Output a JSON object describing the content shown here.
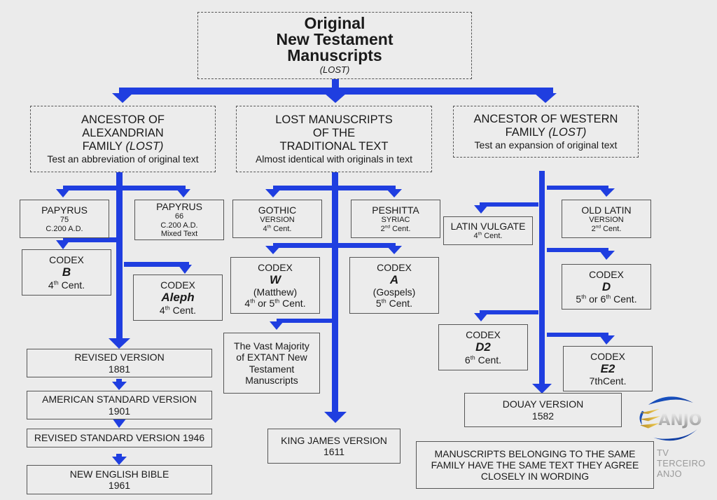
{
  "colors": {
    "arrow": "#1f3ee0",
    "background": "#ebebeb",
    "border": "#555555"
  },
  "root": {
    "line1": "Original",
    "line2": "New Testament",
    "line3": "Manuscripts",
    "note": "(LOST)"
  },
  "families": [
    {
      "title1": "ANCESTOR OF",
      "title2": "ALEXANDRIAN",
      "title3": "FAMILY",
      "lost": "(LOST)",
      "desc": "Test an abbreviation of original text"
    },
    {
      "title1": "LOST MANUSCRIPTS",
      "title2": "OF THE",
      "title3": "TRADITIONAL TEXT",
      "desc": "Almost identical with originals in text"
    },
    {
      "title1": "ANCESTOR OF WESTERN",
      "title2": "FAMILY",
      "lost": "(LOST)",
      "desc": "Test an expansion of original text"
    }
  ],
  "alexandrian": {
    "papyrus75": {
      "name": "PAPYRUS",
      "num": "75",
      "date": "C.200 A.D."
    },
    "papyrus66": {
      "name": "PAPYRUS",
      "num": "66",
      "date": "C.200 A.D.",
      "note": "Mixed Text"
    },
    "codexB": {
      "label": "CODEX",
      "letter": "B",
      "century": "4",
      "sup": "th",
      "cent": "Cent."
    },
    "codexAleph": {
      "label": "CODEX",
      "letter": "Aleph",
      "century": "4",
      "sup": "th",
      "cent": "Cent."
    },
    "versions": [
      {
        "name": "REVISED VERSION",
        "year": "1881"
      },
      {
        "name": "AMERICAN STANDARD VERSION",
        "year": "1901"
      },
      {
        "name": "REVISED STANDARD VERSION 1946"
      },
      {
        "name": "NEW ENGLISH BIBLE",
        "year": "1961"
      }
    ]
  },
  "traditional": {
    "gothic": {
      "name": "GOTHIC",
      "sub": "VERSION",
      "century": "4",
      "sup": "th",
      "cent": "Cent."
    },
    "peshitta": {
      "name": "PESHITTA",
      "sub": "SYRIAC",
      "century": "2",
      "sup": "nd",
      "cent": "Cent."
    },
    "codexW": {
      "label": "CODEX",
      "letter": "W",
      "part": "(Matthew)",
      "c1": "4",
      "s1": "th",
      "or": "or",
      "c2": "5",
      "s2": "th",
      "cent": "Cent."
    },
    "codexA": {
      "label": "CODEX",
      "letter": "A",
      "part": "(Gospels)",
      "century": "5",
      "sup": "th",
      "cent": "Cent."
    },
    "majority": {
      "line1": "The Vast Majority",
      "line2": "of EXTANT New",
      "line3": "Testament",
      "line4": "Manuscripts"
    },
    "kjv": {
      "name": "KING JAMES VERSION",
      "year": "1611"
    }
  },
  "western": {
    "vulgate": {
      "name": "LATIN VULGATE",
      "century": "4",
      "sup": "th",
      "cent": "Cent."
    },
    "oldLatin": {
      "name": "OLD LATIN",
      "sub": "VERSION",
      "century": "2",
      "sup": "nd",
      "cent": "Cent."
    },
    "codexD": {
      "label": "CODEX",
      "letter": "D",
      "c1": "5",
      "s1": "th",
      "or": "or",
      "c2": "6",
      "s2": "th",
      "cent": "Cent."
    },
    "codexD2": {
      "label": "CODEX",
      "letter": "D2",
      "century": "6",
      "sup": "th",
      "cent": "Cent."
    },
    "codexE2": {
      "label": "CODEX",
      "letter": "E2",
      "cent": "7thCent."
    },
    "douay": {
      "name": "DOUAY VERSION",
      "year": "1582"
    }
  },
  "note": {
    "line1": "MANUSCRIPTS BELONGING TO THE SAME",
    "line2": "FAMILY HAVE THE SAME TEXT  THEY AGREE",
    "line3": "CLOSELY IN WORDING"
  },
  "watermark": {
    "logo": "ANJO",
    "text": "TV TERCEIRO ANJO"
  }
}
